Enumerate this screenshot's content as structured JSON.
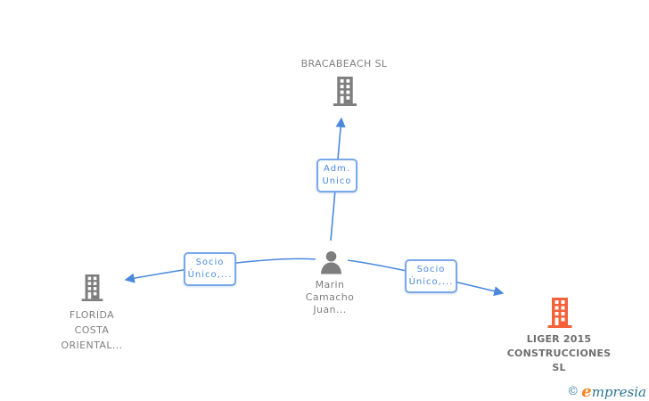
{
  "diagram": {
    "nodes": {
      "top_company": {
        "name": "BRACABEACH SL",
        "icon": "building-icon",
        "color": "#7e7e7e"
      },
      "person": {
        "name_line1": "Marin",
        "name_line2": "Camacho",
        "name_line3": "Juan...",
        "icon": "person-icon",
        "color": "#7e7e7e"
      },
      "left_company": {
        "name_line1": "FLORIDA",
        "name_line2": "COSTA",
        "name_line3": "ORIENTAL...",
        "icon": "building-icon",
        "color": "#7e7e7e"
      },
      "right_company": {
        "name_line1": "LIGER 2015",
        "name_line2": "CONSTRUCCIONES",
        "name_line3": "SL",
        "icon": "building-icon",
        "color": "#f4623a"
      }
    },
    "relations": {
      "top": {
        "line1": "Adm.",
        "line2": "Unico"
      },
      "left": {
        "line1": "Socio",
        "line2": "Único,..."
      },
      "right": {
        "line1": "Socio",
        "line2": "Único,..."
      }
    },
    "colors": {
      "edge_blue": "#4a89dc",
      "box_border": "#7aa7e8",
      "gray_text": "#808080",
      "gray_icon": "#7e7e7e",
      "highlight_orange": "#f4623a",
      "logo_teal": "#2b7291",
      "logo_orange": "#f5831f"
    }
  },
  "branding": {
    "copyright": "©",
    "logo_e": "e",
    "logo_rest": "mpresia"
  }
}
